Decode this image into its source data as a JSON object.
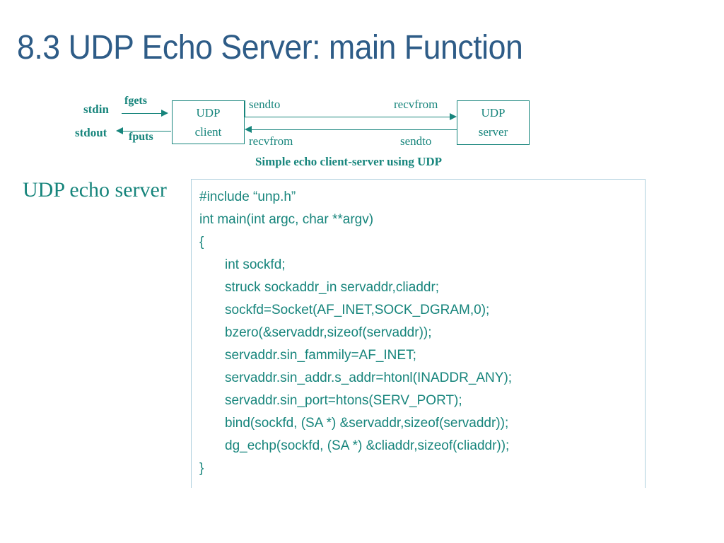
{
  "slide": {
    "title": "8.3 UDP Echo Server: main Function",
    "title_color": "#2e5c87",
    "accent_color": "#17857c",
    "code_border_color": "#aecfdd"
  },
  "diagram": {
    "caption": "Simple echo client-server using UDP",
    "stdin_label": "stdin",
    "stdout_label": "stdout",
    "fgets_label": "fgets",
    "fputs_label": "fputs",
    "client_box": {
      "line1": "UDP",
      "line2": "client"
    },
    "server_box": {
      "line1": "UDP",
      "line2": "server"
    },
    "client_to_server_label": "sendto",
    "client_to_server_label_right": "recvfrom",
    "server_to_client_label_left": "recvfrom",
    "server_to_client_label_right": "sendto"
  },
  "body": {
    "label": "UDP echo server",
    "code_lines": [
      {
        "text": "#include “unp.h”",
        "indent": false
      },
      {
        "text": "int main(int argc, char **argv)",
        "indent": false
      },
      {
        "text": "{",
        "indent": false
      },
      {
        "text": "int sockfd;",
        "indent": true
      },
      {
        "text": "struck sockaddr_in servaddr,cliaddr;",
        "indent": true
      },
      {
        "text": "sockfd=Socket(AF_INET,SOCK_DGRAM,0);",
        "indent": true
      },
      {
        "text": "bzero(&servaddr,sizeof(servaddr));",
        "indent": true
      },
      {
        "text": "servaddr.sin_fammily=AF_INET;",
        "indent": true
      },
      {
        "text": "servaddr.sin_addr.s_addr=htonl(INADDR_ANY);",
        "indent": true
      },
      {
        "text": "servaddr.sin_port=htons(SERV_PORT);",
        "indent": true
      },
      {
        "text": "bind(sockfd, (SA *) &servaddr,sizeof(servaddr));",
        "indent": true
      },
      {
        "text": "dg_echp(sockfd, (SA *) &cliaddr,sizeof(cliaddr));",
        "indent": true
      },
      {
        "text": "}",
        "indent": false
      }
    ]
  }
}
